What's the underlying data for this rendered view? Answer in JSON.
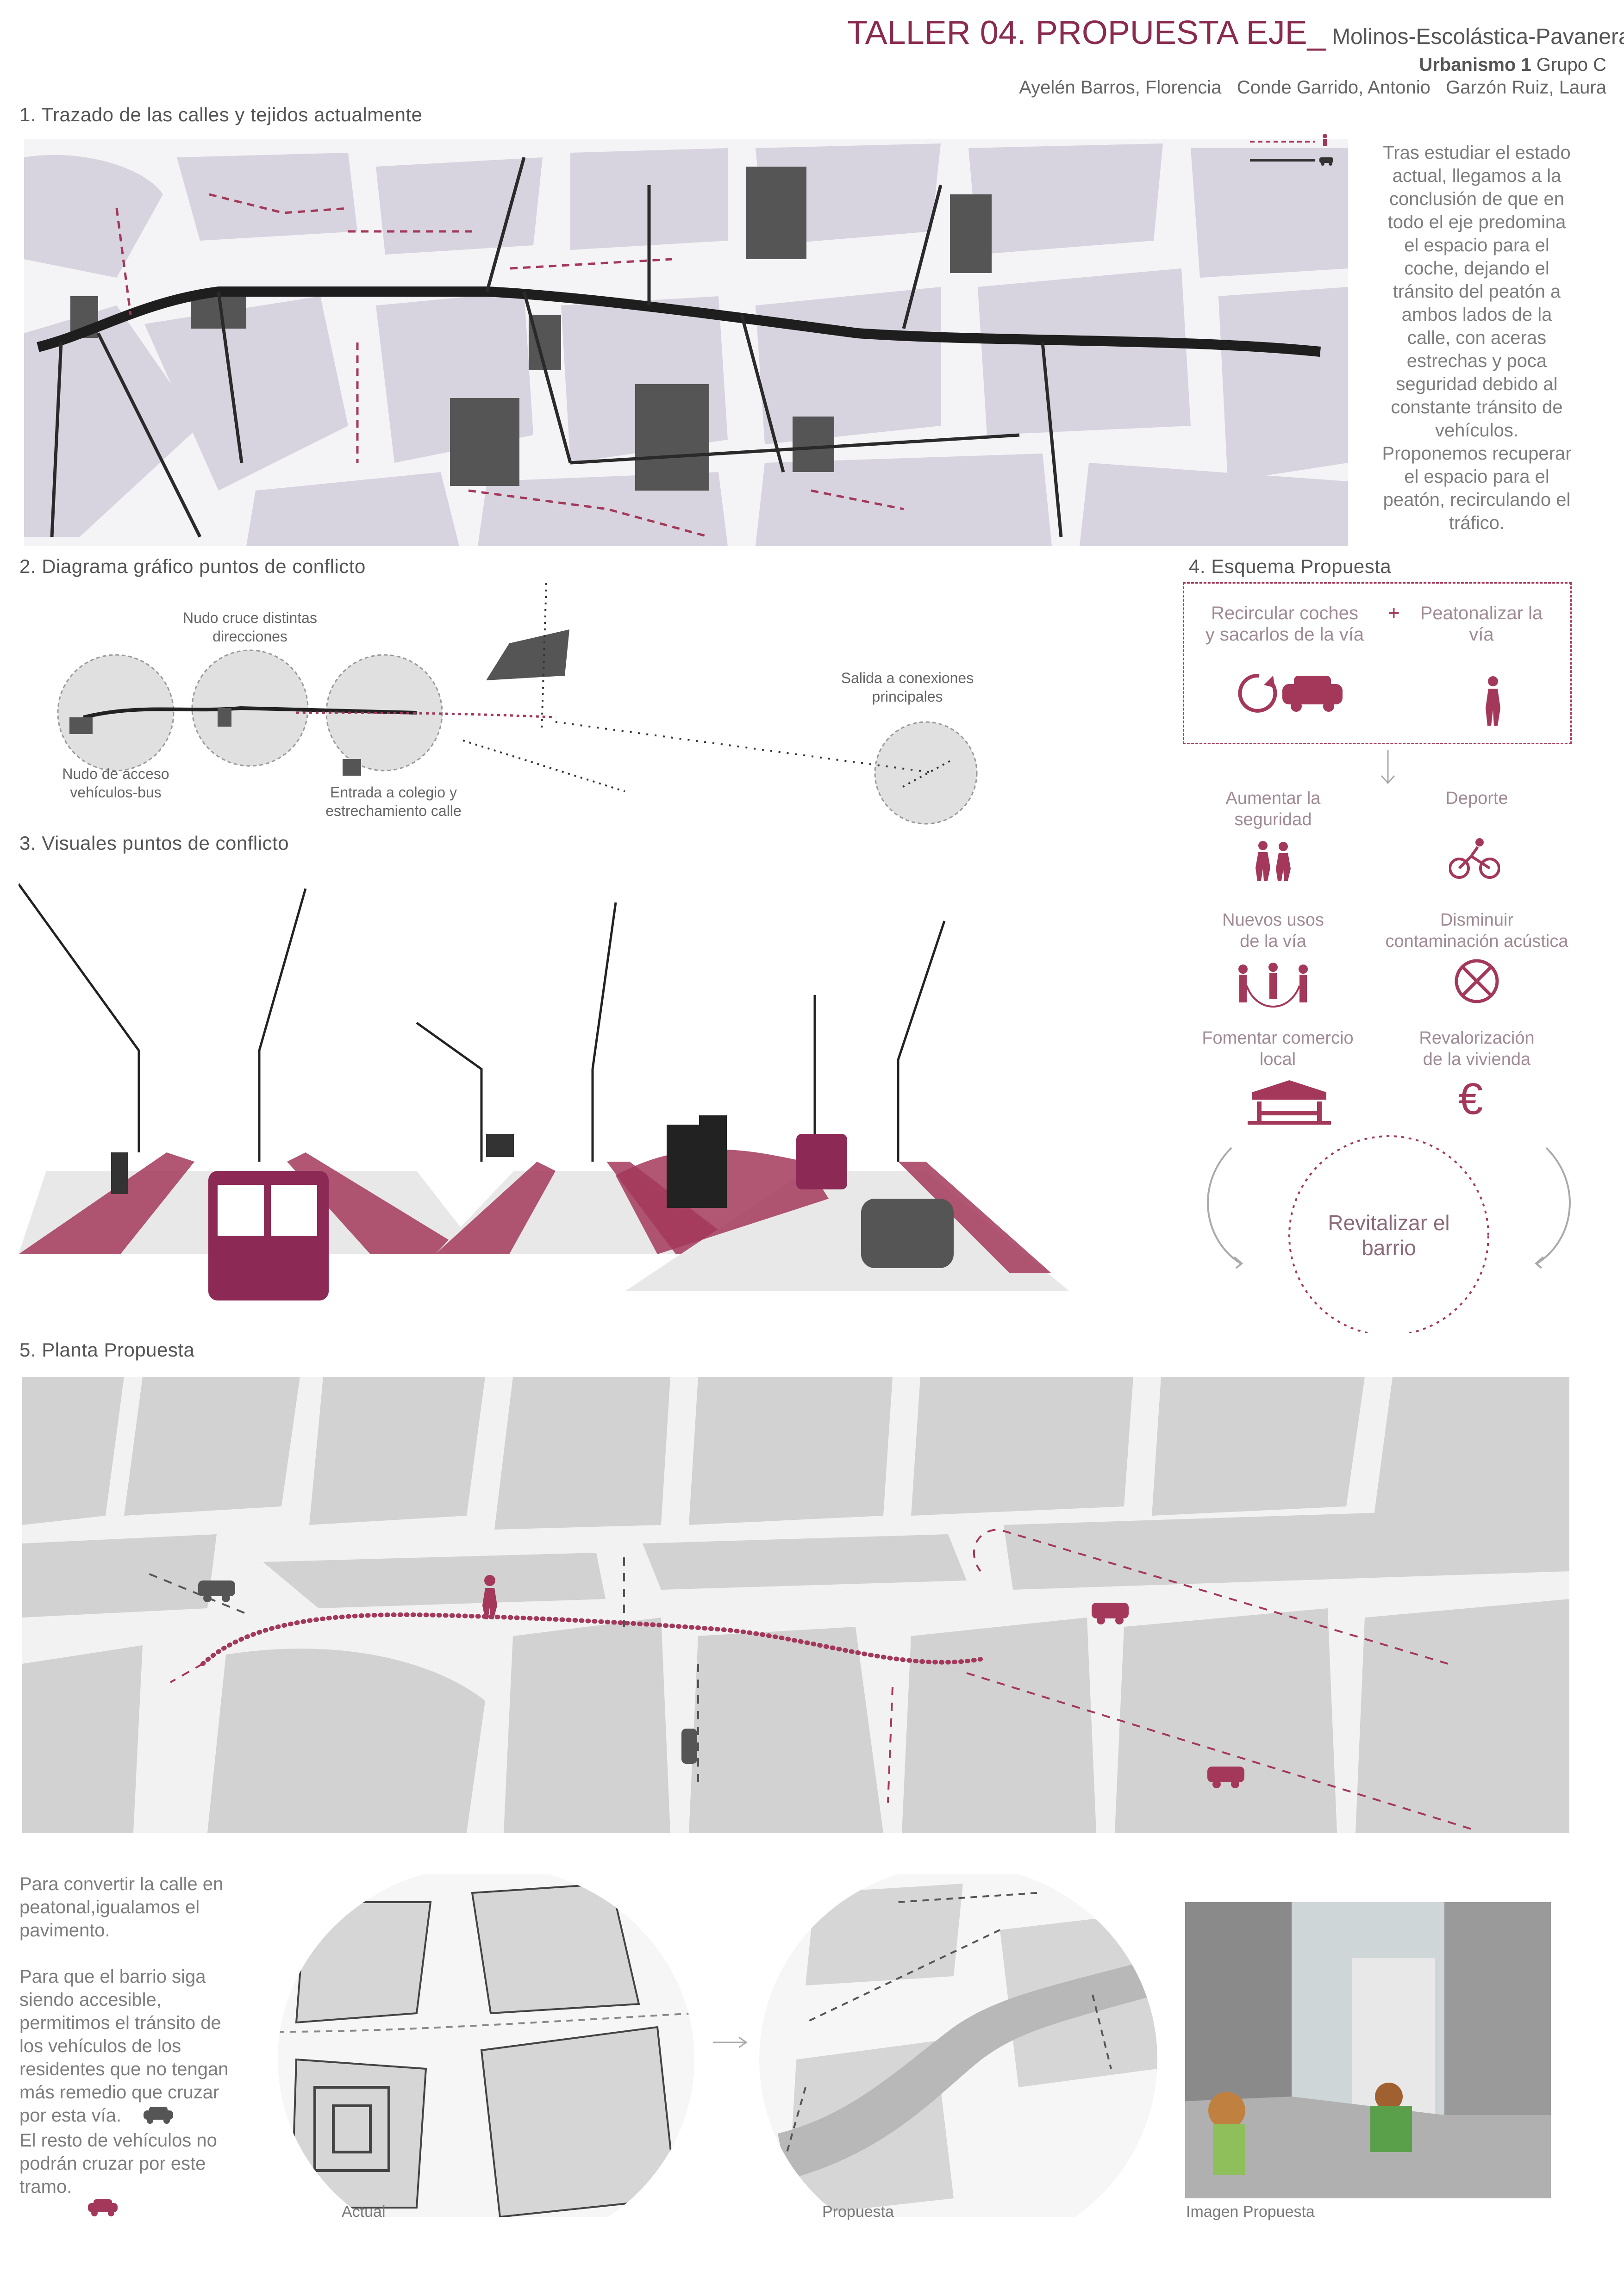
{
  "header": {
    "title_accent": "TALLER 04.",
    "title_main": " PROPUESTA EJE_",
    "title_sub": " Molinos-Escolástica-Pavaneras",
    "course_bold": "Urbanismo 1",
    "course_group": " Grupo C",
    "authors": "Ayelén Barros, Florencia   Conde Garrido, Antonio   Garzón Ruiz, Laura"
  },
  "section1": {
    "title": "1. Trazado de las calles y tejidos actualmente",
    "legend": [
      {
        "icon": "pedestrian-icon",
        "style": "dashed",
        "color": "#a3385a"
      },
      {
        "icon": "car-icon",
        "style": "solid",
        "color": "#333333"
      }
    ],
    "description": [
      "Tras estudiar el estado",
      "actual, llegamos a la",
      "conclusión de que en",
      "todo el eje predomina",
      "el espacio para el",
      "coche, dejando el",
      "tránsito del peatón a",
      "ambos lados de la",
      "calle, con aceras",
      "estrechas y poca",
      "seguridad debido al",
      "constante tránsito de",
      "vehículos.",
      "Proponemos recuperar",
      "el espacio para el",
      "peatón, recirculando el",
      "tráfico."
    ]
  },
  "section2": {
    "title": "2. Diagrama gráfico puntos de conflicto",
    "labels": {
      "nudo_cruce": [
        "Nudo cruce distintas",
        "direcciones"
      ],
      "nudo_acceso": [
        "Nudo de acceso",
        "vehículos-bus"
      ],
      "entrada_colegio": [
        "Entrada a colegio y",
        "estrechamiento calle"
      ],
      "salida": [
        "Salida a conexiones",
        "principales"
      ]
    }
  },
  "section3": {
    "title": "3. Visuales puntos de conflicto"
  },
  "section4": {
    "title": "4. Esquema Propuesta",
    "box_left": [
      "Recircular coches",
      "y sacarlos de la vía"
    ],
    "plus": "+",
    "box_right": [
      "Peatonalizar la",
      "vía"
    ],
    "benefits": [
      {
        "label": [
          "Aumentar la",
          "seguridad"
        ],
        "icon": "children-walking-icon"
      },
      {
        "label": [
          "Deporte"
        ],
        "icon": "cyclist-icon"
      },
      {
        "label": [
          "Nuevos usos",
          "de la vía"
        ],
        "icon": "jump-rope-icon"
      },
      {
        "label": [
          "Disminuir",
          "contaminación acústica"
        ],
        "icon": "no-noise-icon"
      },
      {
        "label": [
          "Fomentar comercio",
          "local"
        ],
        "icon": "market-stall-icon"
      },
      {
        "label": [
          "Revalorización",
          "de la vivienda"
        ],
        "icon": "euro-icon"
      }
    ],
    "euro_symbol": "€",
    "circle_text": [
      "Revitalizar el",
      "barrio"
    ]
  },
  "section5": {
    "title": "5. Planta Propuesta"
  },
  "bottom": {
    "para1": [
      "Para convertir la calle en",
      "peatonal,igualamos el",
      "pavimento."
    ],
    "para2": [
      "Para que el barrio siga",
      "siendo accesible,",
      "permitimos el tránsito de",
      "los vehículos de los",
      "residentes que no tengan",
      "más remedio que cruzar",
      "por esta vía."
    ],
    "para3": [
      "El resto de vehículos no",
      "podrán cruzar por este",
      "tramo."
    ],
    "caption_actual": "Actual",
    "caption_propuesta": "Propuesta",
    "caption_imagen": "Imagen Propuesta"
  },
  "colors": {
    "accent": "#a3385a",
    "text": "#666666",
    "map_bg": "#dcdcdc"
  }
}
